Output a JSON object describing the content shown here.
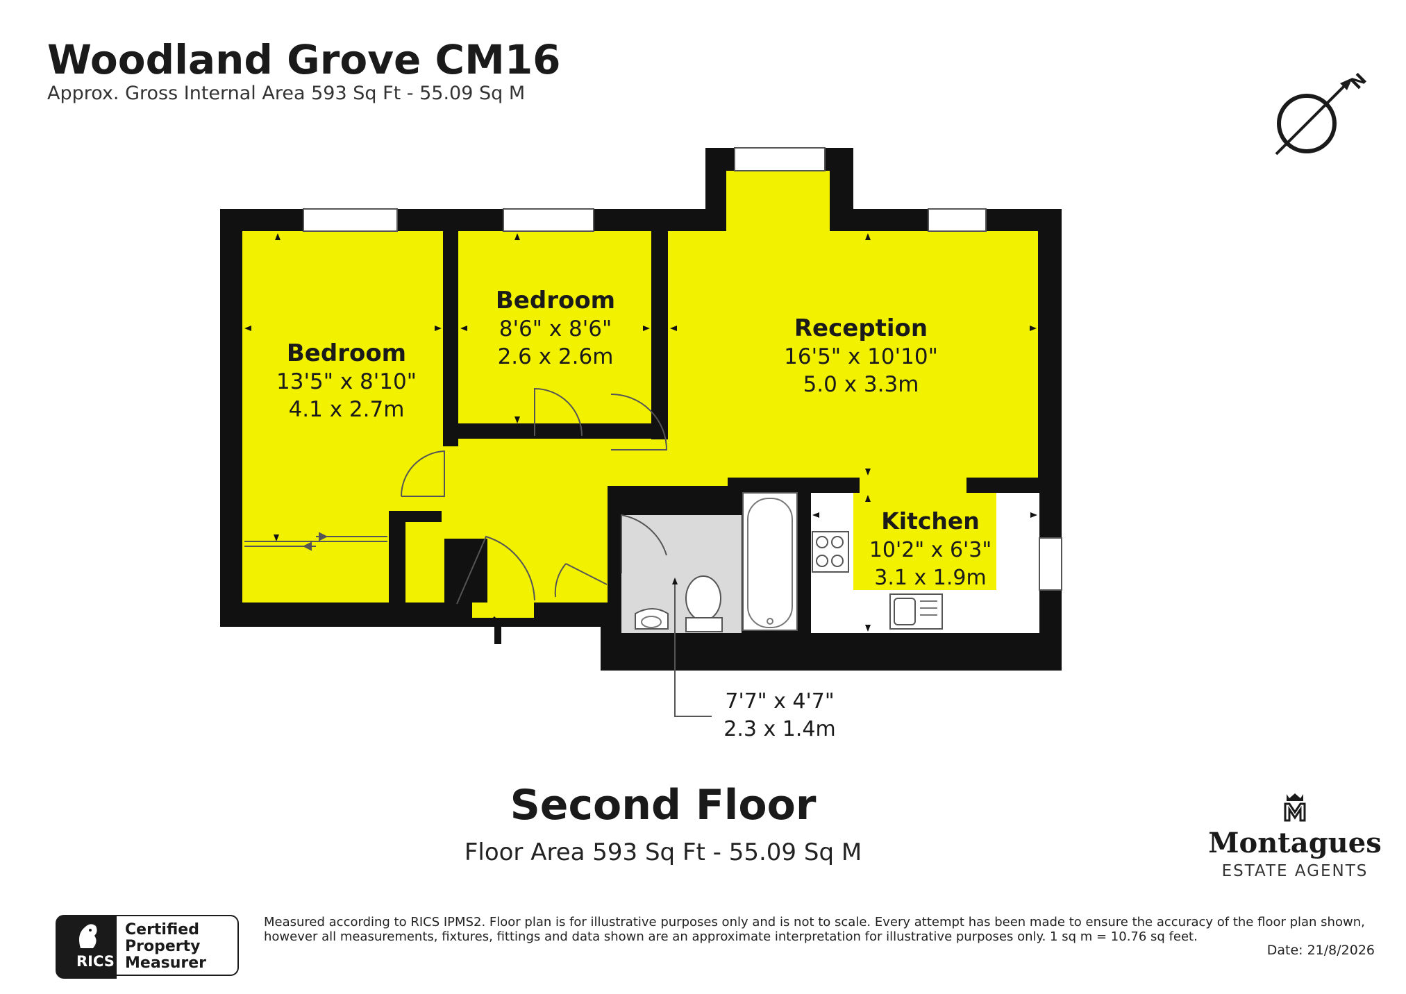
{
  "header": {
    "title": "Woodland Grove CM16",
    "subtitle": "Approx. Gross Internal Area 593 Sq Ft - 55.09 Sq M"
  },
  "compass": {
    "label": "N"
  },
  "rooms": {
    "bedroom1": {
      "name": "Bedroom",
      "imperial": "13'5\" x 8'10\"",
      "metric": "4.1 x 2.7m"
    },
    "bedroom2": {
      "name": "Bedroom",
      "imperial": "8'6\" x 8'6\"",
      "metric": "2.6 x 2.6m"
    },
    "reception": {
      "name": "Reception",
      "imperial": "16'5\" x 10'10\"",
      "metric": "5.0 x 3.3m"
    },
    "kitchen": {
      "name": "Kitchen",
      "imperial": "10'2\" x 6'3\"",
      "metric": "3.1 x 1.9m"
    },
    "bathroom": {
      "imperial": "7'7\" x 4'7\"",
      "metric": "2.3 x 1.4m"
    }
  },
  "floor": {
    "title": "Second Floor",
    "area": "Floor Area 593 Sq Ft - 55.09 Sq M"
  },
  "brand": {
    "name": "Montagues",
    "tagline": "ESTATE AGENTS"
  },
  "rics": {
    "logo_text": "RICS",
    "cert_lines": [
      "Certified",
      "Property",
      "Measurer"
    ]
  },
  "footer": {
    "disclaimer": "Measured according to RICS IPMS2. Floor plan is for illustrative purposes only and is not to scale. Every attempt has been made to ensure the accuracy of the floor plan shown, however all measurements, fixtures, fittings and data shown are an approximate interpretation for illustrative purposes only. 1 sq m = 10.76 sq feet.",
    "date": "Date: 21/8/2026"
  },
  "colors": {
    "room_fill": "#f2f200",
    "wall": "#111111",
    "bathroom_fill": "#dadada"
  }
}
